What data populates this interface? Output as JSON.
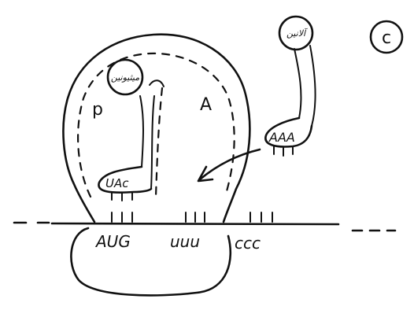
{
  "panel_label": "c",
  "sites": {
    "p_site": "p",
    "a_site": "A"
  },
  "amino_acids": {
    "in_p_site": "ميثيونين",
    "incoming": "آلانين"
  },
  "anticodons": {
    "in_p_site": "UAc",
    "incoming": "AAA"
  },
  "codons": [
    "AUG",
    "uuu",
    "ccc"
  ]
}
